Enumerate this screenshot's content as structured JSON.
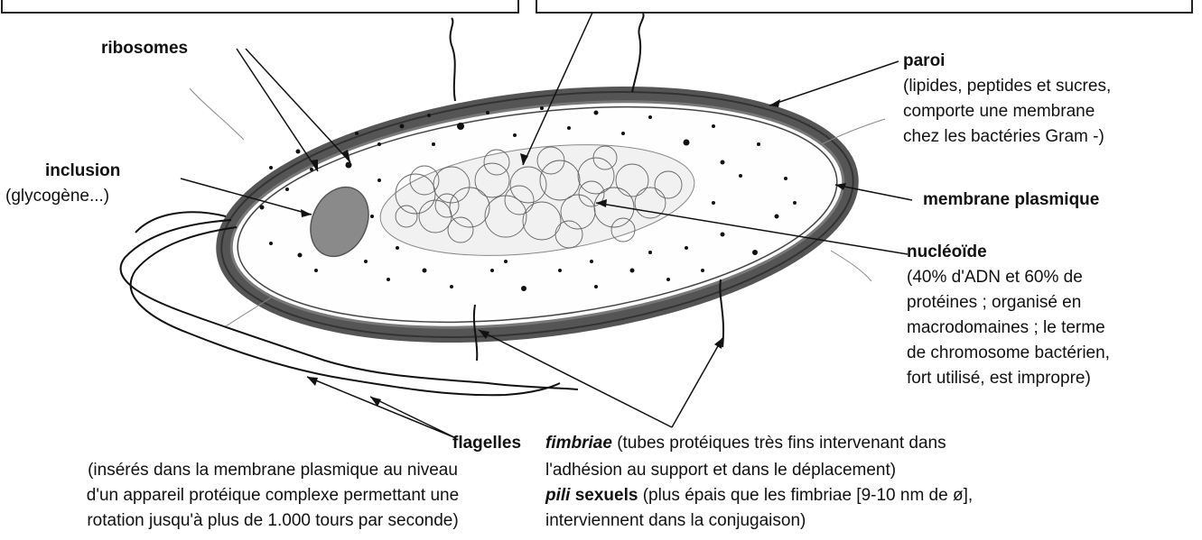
{
  "labels": {
    "ribosomes": "ribosomes",
    "paroi": {
      "title": "paroi",
      "desc": [
        "(lipides, peptides et sucres,",
        "comporte une membrane",
        "chez les bactéries Gram -)"
      ]
    },
    "inclusion": {
      "title": "inclusion",
      "desc": "(glycogène...)"
    },
    "membrane": "membrane plasmique",
    "nucleoide": {
      "title": "nucléoïde",
      "desc": [
        "(40% d'ADN et 60% de",
        "protéines ; organisé en",
        "macrodomaines ; le terme",
        "de chromosome bactérien,",
        "fort utilisé, est impropre)"
      ]
    },
    "flagelles": {
      "title": "flagelles",
      "desc": [
        "(insérés dans la membrane plasmique au niveau",
        "d'un appareil protéique complexe permettant une",
        "rotation jusqu'à  plus de 1.000 tours par seconde)"
      ]
    },
    "fimbriae": {
      "term": "fimbriae",
      "line1_rest": " (tubes protéiques très fins intervenant dans",
      "line2": "l'adhésion au support et dans le déplacement)",
      "pili_term": "pili",
      "pili_bold": " sexuels",
      "pili_rest": " (plus épais que les fimbriae [9-10 nm de ø],",
      "line4": "interviennent dans la conjugaison)"
    }
  },
  "colors": {
    "ink": "#111111",
    "wall": "#555555",
    "inclusion": "#8a8a8a",
    "background": "#ffffff"
  }
}
